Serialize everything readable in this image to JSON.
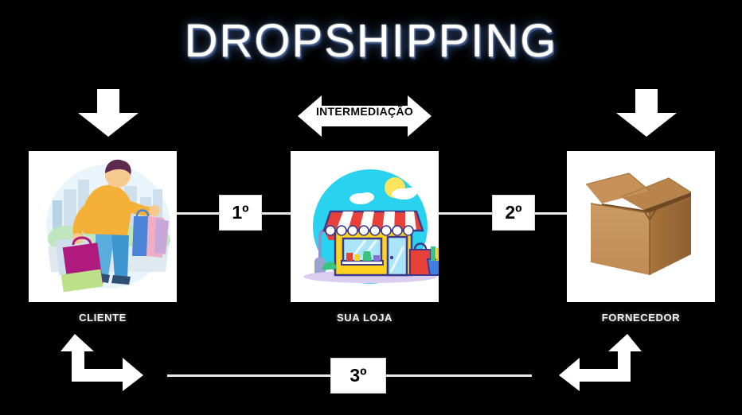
{
  "slide": {
    "title": "DROPSHIPPING",
    "background_color": "#000000",
    "title_color": "#ffffff",
    "title_glow_color": "#2f4a7a"
  },
  "top_arrows": {
    "left_icon": "arrow-down-icon",
    "right_icon": "arrow-down-icon"
  },
  "intermediation": {
    "label": "INTERMEDIAÇÃO",
    "icon": "double-headed-horizontal-arrow-icon",
    "arrow_color": "#ffffff",
    "text_color": "#000000"
  },
  "panels": [
    {
      "id": "cliente",
      "caption": "CLIENTE",
      "illustration": "shopper-with-bags-illustration",
      "card_color": "#ffffff"
    },
    {
      "id": "loja",
      "caption": "SUA LOJA",
      "illustration": "storefront-shop-illustration",
      "card_color": "#ffffff"
    },
    {
      "id": "fornecedor",
      "caption": "FORNECEDOR",
      "illustration": "open-cardboard-box-illustration",
      "card_color": "#ffffff"
    }
  ],
  "steps": [
    {
      "id": "step-1",
      "label": "1º"
    },
    {
      "id": "step-2",
      "label": "2º"
    },
    {
      "id": "step-3",
      "label": "3º"
    }
  ],
  "return_flow": {
    "left_icon": "bent-arrow-up-right-icon",
    "right_icon": "bent-arrow-up-left-icon",
    "line_color": "#e9e9e9"
  }
}
